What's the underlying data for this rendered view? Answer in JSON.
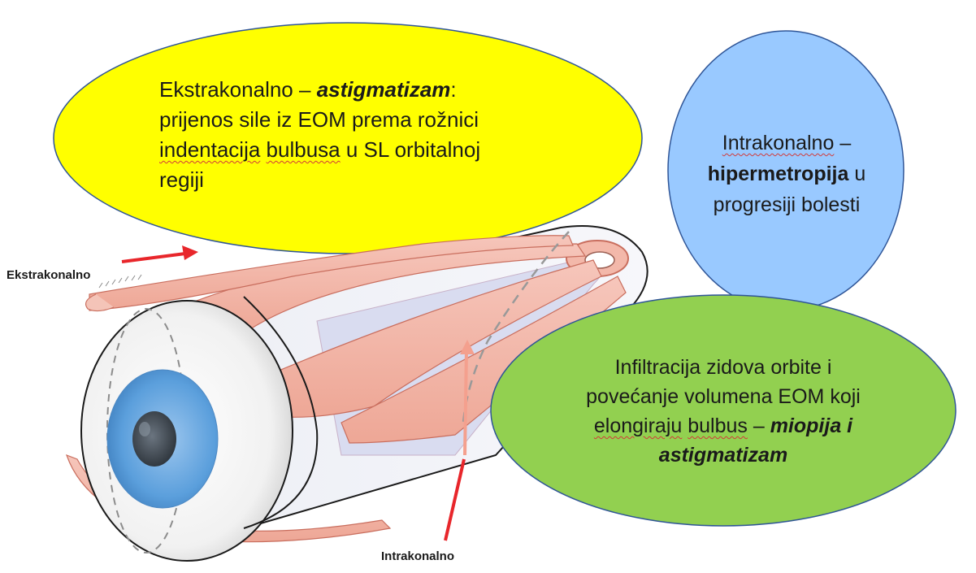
{
  "bubbles": {
    "extraconal": {
      "lead": "Ekstrakonalno",
      "dash": " – ",
      "emphasis": "astigmatizam",
      "colon": ":",
      "line2": "prijenos sile iz EOM prema rožnici",
      "line3_a": "indentacija",
      "line3_b": " ",
      "line3_c": "bulbusa",
      "line3_d": " u SL orbitalnoj",
      "line4": "regiji",
      "color": "#ffff00"
    },
    "intraconal": {
      "line1_a": "Intrakonalno",
      "line1_b": " –",
      "emphasis": "hipermetropija",
      "tail": " u",
      "line3": "progresiji bolesti",
      "color": "#99c9ff"
    },
    "infiltration": {
      "line1": "Infiltracija zidova orbite i",
      "line2_a": "povećanje volumena EOM  koji",
      "line3_a": "elongiraju",
      "line3_b": " ",
      "line3_c": "bulbus",
      "line3_d": "  –  ",
      "emphasis1": "miopija i",
      "emphasis2": "astigmatizam",
      "color": "#92d050"
    }
  },
  "labels": {
    "extraconal": "Ekstrakonalno",
    "intraconal": "Intrakonalno"
  },
  "colors": {
    "arrow": "#e8262b",
    "muscle": "#f2b3a6",
    "muscle_line": "#c96e5e",
    "iris": "#5aa0dc",
    "pupil": "#3c4650",
    "sclera": "#f7f7f7"
  }
}
